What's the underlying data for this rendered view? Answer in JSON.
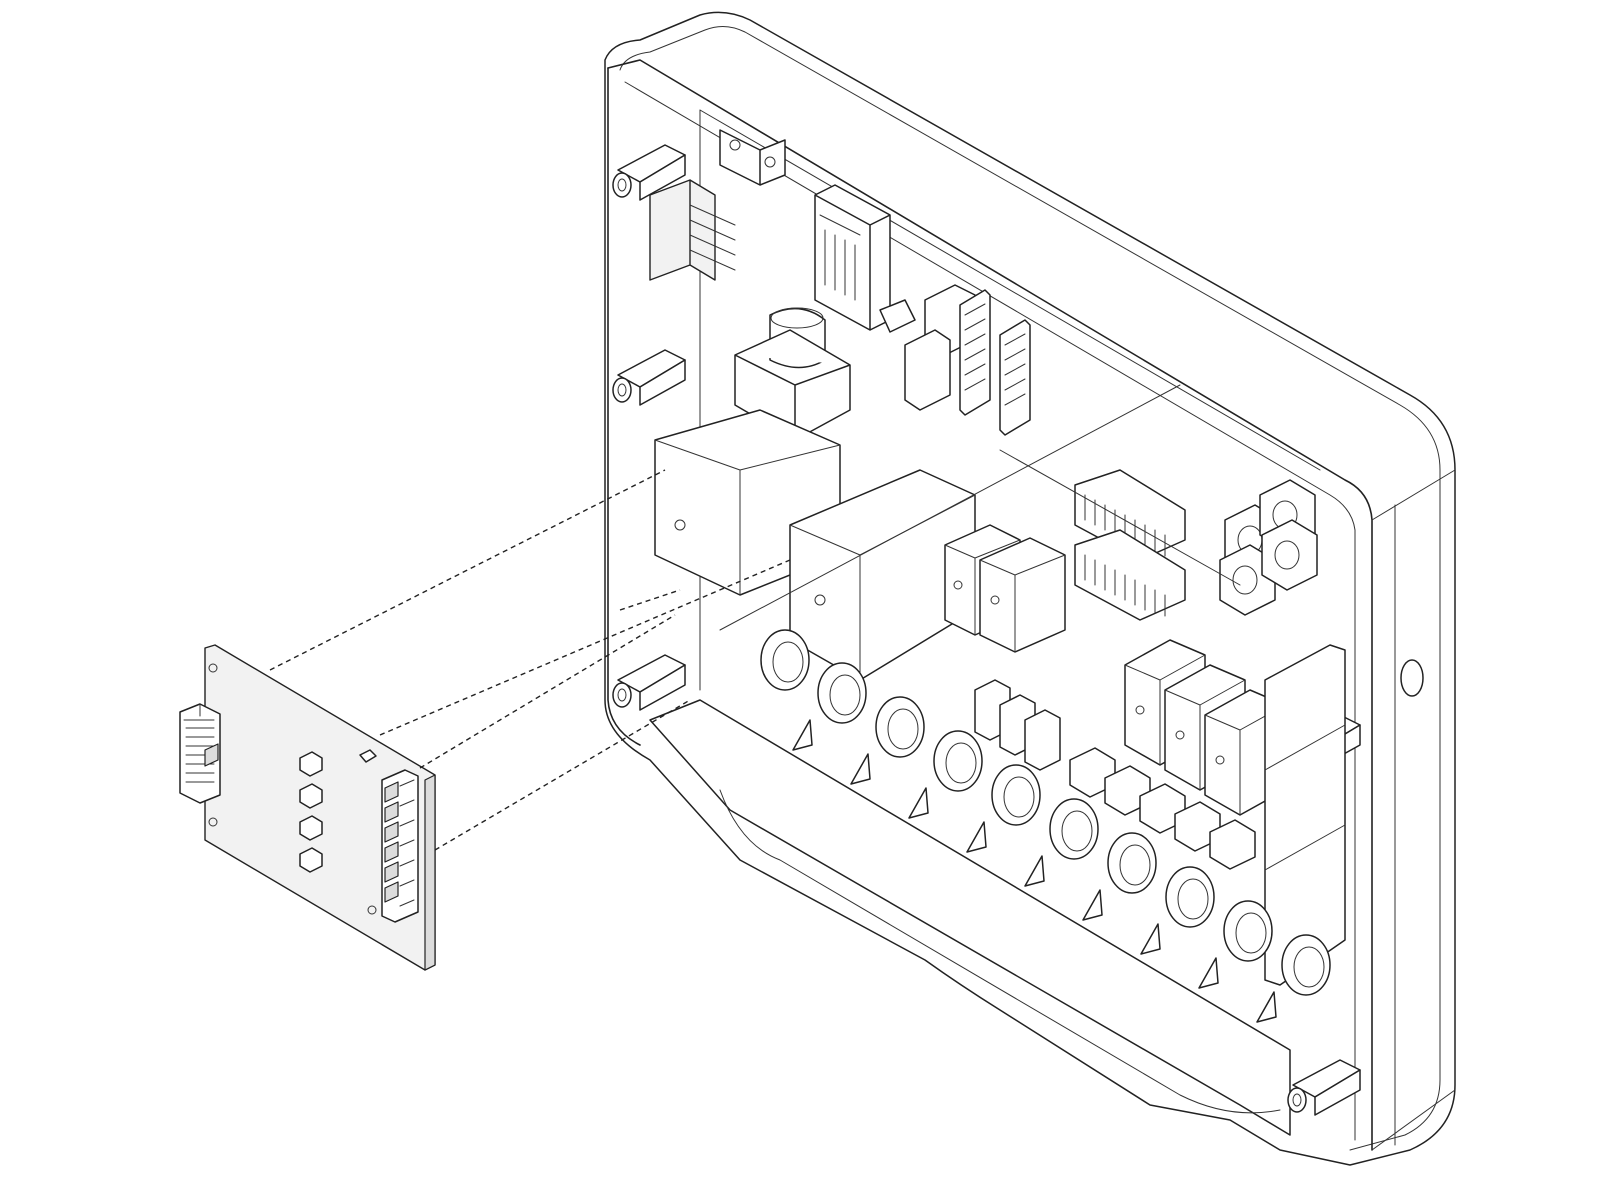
{
  "drawing": {
    "stroke_color": "#222222",
    "background_color": "#ffffff",
    "components": {
      "enclosure": "control-box-enclosure",
      "board": "expansion-circuit-board",
      "relays": "relay-block",
      "cable_glands": "cable-gland",
      "mounting_lugs": "mounting-lug",
      "terminals": "terminal-block",
      "connectors": "ribbon-connector"
    }
  }
}
